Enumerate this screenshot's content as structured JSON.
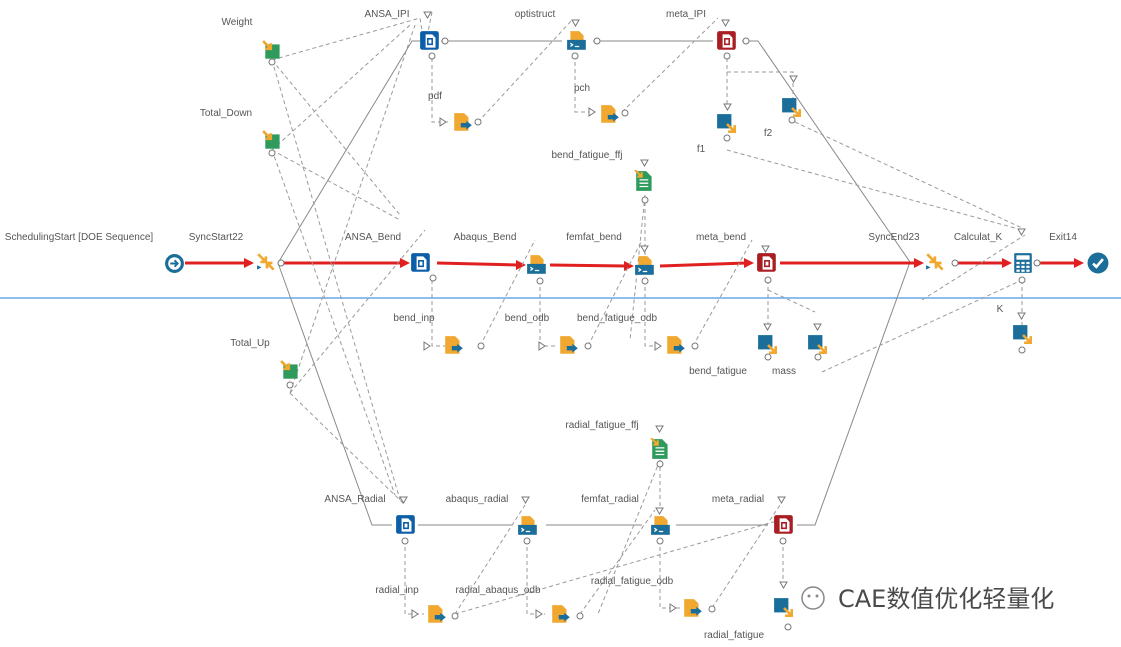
{
  "colors": {
    "accent_red": "#e02020",
    "blue_node": "#0d5ea8",
    "dark_red_node": "#a81e23",
    "green_node": "#2e9a5c",
    "orange_node": "#f0a830",
    "teal_node": "#1a6e99",
    "separator": "#6aa9e8"
  },
  "nodes": {
    "weight": "Weight",
    "total_down": "Total_Down",
    "total_up": "Total_Up",
    "ansa_ipi": "ANSA_IPI",
    "optistruct": "optistruct",
    "meta_ipi": "meta_IPI",
    "pdf": "pdf",
    "pch": "pch",
    "f1": "f1",
    "f2": "f2",
    "bend_fatigue_ffj": "bend_fatigue_ffj",
    "scheduling_start": "SchedulingStart [DOE Sequence]",
    "sync_start": "SyncStart22",
    "ansa_bend": "ANSA_Bend",
    "abaqus_bend": "Abaqus_Bend",
    "femfat_bend": "femfat_bend",
    "meta_bend": "meta_bend",
    "sync_end": "SyncEnd23",
    "calculat_k": "Calculat_K",
    "exit": "Exit14",
    "bend_inp": "bend_inp",
    "bend_odb": "bend_odb",
    "bend_fatigue_odb": "bend_fatigue_odb",
    "bend_fatigue": "bend_fatigue",
    "mass": "mass",
    "k": "K",
    "radial_fatigue_ffj": "radial_fatigue_ffj",
    "ansa_radial": "ANSA_Radial",
    "abaqus_radial": "abaqus_radial",
    "femfat_radial": "femfat_radial",
    "meta_radial": "meta_radial",
    "radial_inp": "radial_inp",
    "radial_abaqus_odb": "radial_abaqus_odb",
    "radial_fatigue_odb": "radial_fatigue_odb",
    "radial_fatigue": "radial_fatigue"
  },
  "watermark": {
    "text": "CAE数值优化轻量化"
  }
}
